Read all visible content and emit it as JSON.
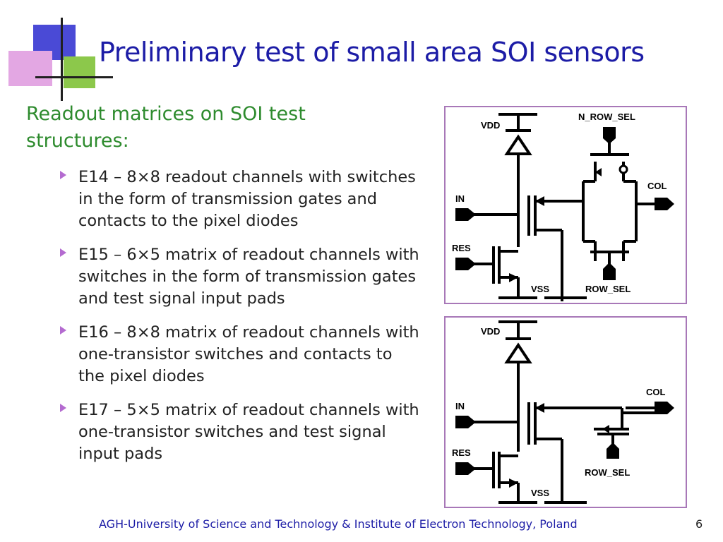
{
  "slide": {
    "title": "Preliminary test of small area SOI sensors",
    "intro": "Readout matrices on SOI test structures:",
    "bullets": [
      "E14 – 8×8 readout channels with switches in the form of transmission gates and contacts to the pixel diodes",
      "E15 – 6×5 matrix of readout channels with switches in the form of transmission gates and test signal input pads",
      "E16 – 8×8 matrix of readout channels with one-transistor switches and contacts to the pixel diodes",
      "E17 – 5×5 matrix of readout channels with one-transistor switches and test signal input pads"
    ],
    "bullet_icon": "arrow-bullet-icon",
    "accent_colors": {
      "title": "#1c1ca6",
      "intro": "#2e8b2e",
      "panel_border": "#a878b8"
    }
  },
  "schematic_top": {
    "vdd": "VDD",
    "n_row_sel": "N_ROW_SEL",
    "col": "COL",
    "in": "IN",
    "res": "RES",
    "vss": "VSS",
    "row_sel": "ROW_SEL"
  },
  "schematic_bottom": {
    "vdd": "VDD",
    "col": "COL",
    "in": "IN",
    "res": "RES",
    "row_sel": "ROW_SEL",
    "vss": "VSS"
  },
  "footer": {
    "organization": "AGH-University of Science and Technology & Institute of Electron Technology, Poland",
    "page_number": "6"
  }
}
